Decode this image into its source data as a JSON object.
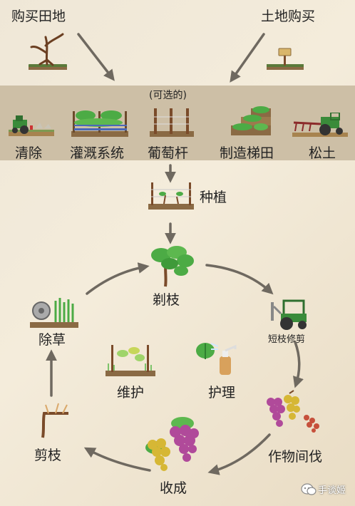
{
  "colors": {
    "background": "#f1e9d8",
    "band": "#cdbfa6",
    "arrow": "#6f6960",
    "leaf_green": "#4cab45",
    "wood_brown": "#7a4b2a",
    "tractor_green": "#3a8b3a",
    "grape_purple": "#b04a9a",
    "grape_yellow": "#d6b735",
    "grape_red": "#c6503b"
  },
  "top": {
    "buy_field": "购买田地",
    "buy_land": "土地购买"
  },
  "prep": {
    "optional": "(可选的)",
    "steps": [
      "清除",
      "灌溉系统",
      "葡萄杆",
      "制造梯田",
      "松土"
    ]
  },
  "cycle": {
    "plant": "种植",
    "cut": "剃枝",
    "short_prune": "短枝修剪",
    "weed": "除草",
    "maintain": "维护",
    "care": "护理",
    "prune": "剪枝",
    "thin": "作物间伐",
    "harvest": "收成"
  },
  "watermark": {
    "text": "手谈姬",
    "icon": "wechat-icon"
  }
}
